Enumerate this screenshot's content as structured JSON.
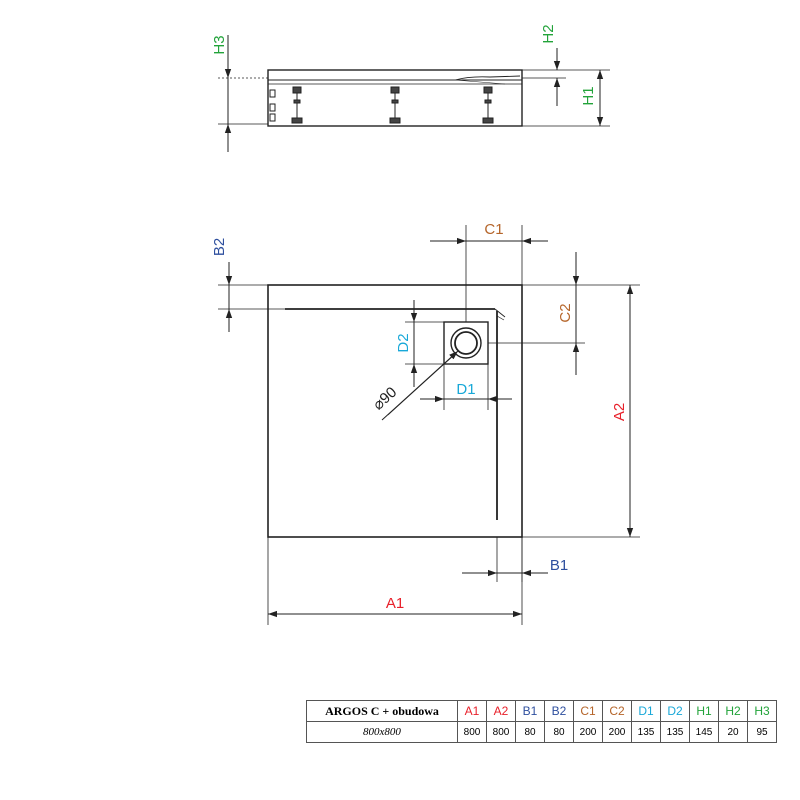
{
  "labels": {
    "A1": "A1",
    "A2": "A2",
    "B1": "B1",
    "B2": "B2",
    "C1": "C1",
    "C2": "C2",
    "D1": "D1",
    "D2": "D2",
    "H1": "H1",
    "H2": "H2",
    "H3": "H3",
    "drain_diameter": "⌀90"
  },
  "colors": {
    "A": "#e8202a",
    "B": "#2e4f9e",
    "C": "#b5652a",
    "D": "#18a8d8",
    "H": "#22a33a",
    "line": "#222222"
  },
  "table": {
    "model": "ARGOS C + obudowa",
    "size": "800x800",
    "headers": [
      "A1",
      "A2",
      "B1",
      "B2",
      "C1",
      "C2",
      "D1",
      "D2",
      "H1",
      "H2",
      "H3"
    ],
    "values": [
      "800",
      "800",
      "80",
      "80",
      "200",
      "200",
      "135",
      "135",
      "145",
      "20",
      "95"
    ],
    "header_colors": [
      "#e8202a",
      "#e8202a",
      "#2e4f9e",
      "#2e4f9e",
      "#b5652a",
      "#b5652a",
      "#18a8d8",
      "#18a8d8",
      "#22a33a",
      "#22a33a",
      "#22a33a"
    ]
  }
}
